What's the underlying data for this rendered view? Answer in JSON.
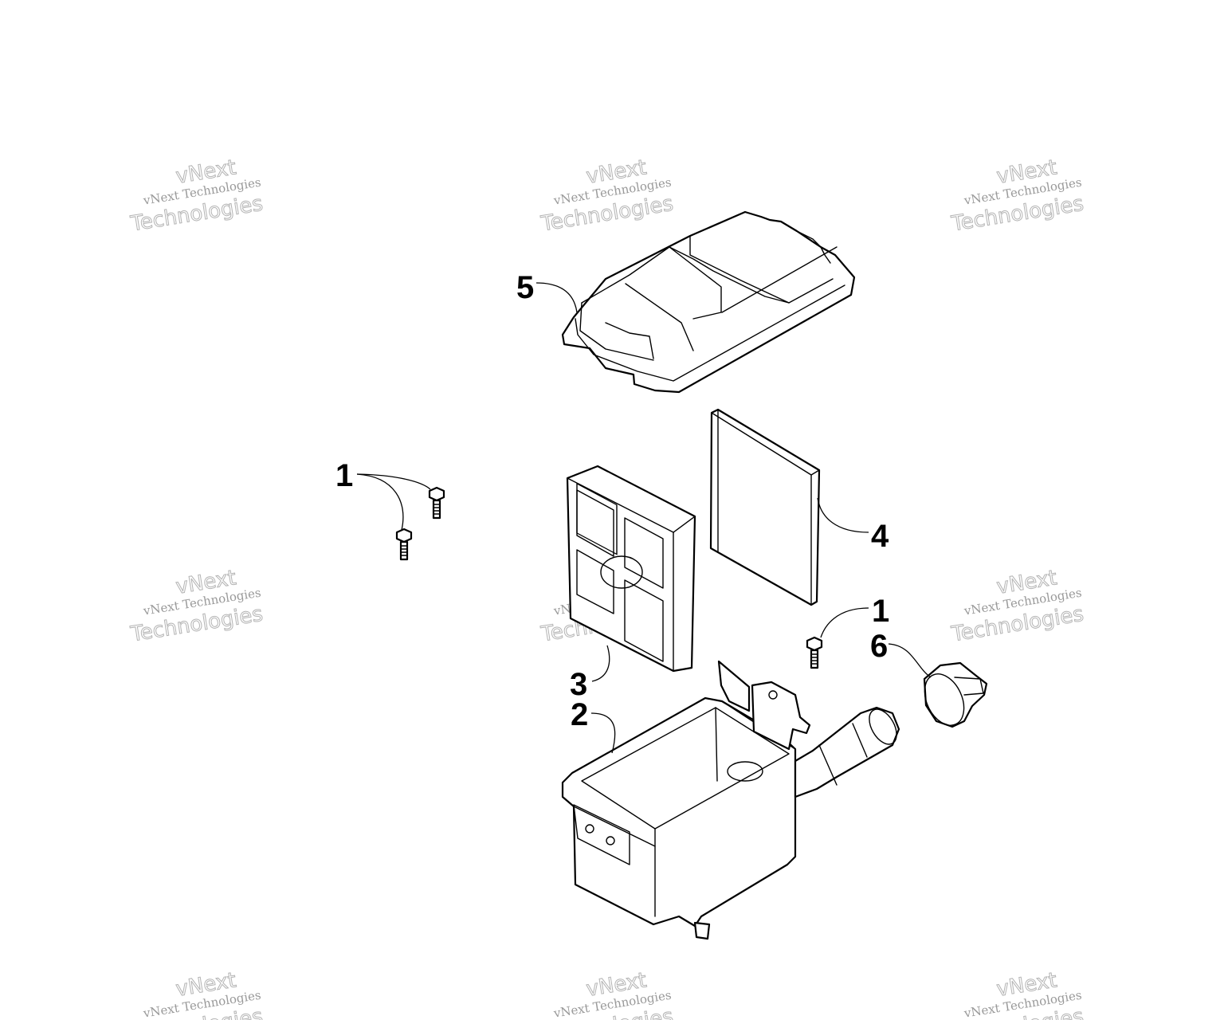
{
  "watermark": {
    "line_small": "vNext Technologies",
    "line_big_top": "vNext",
    "line_big_bottom": "Technologies"
  },
  "callouts": [
    {
      "id": "1",
      "label": "1",
      "part": "bolt"
    },
    {
      "id": "5",
      "label": "5",
      "part": "air-box-cover"
    },
    {
      "id": "4",
      "label": "4",
      "part": "air-filter-element"
    },
    {
      "id": "3",
      "label": "3",
      "part": "filter-frame"
    },
    {
      "id": "2",
      "label": "2",
      "part": "air-box-housing"
    },
    {
      "id": "1b",
      "label": "1",
      "part": "bolt"
    },
    {
      "id": "6",
      "label": "6",
      "part": "cap"
    }
  ]
}
